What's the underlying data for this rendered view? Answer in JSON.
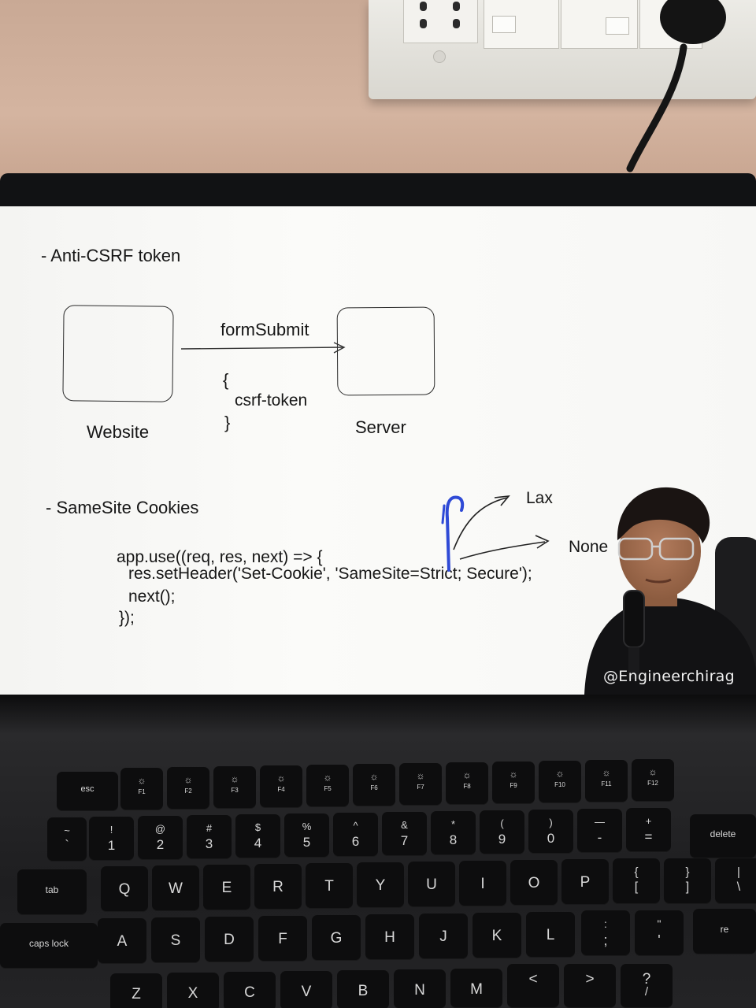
{
  "slide": {
    "heading_csrf": "- Anti-CSRF token",
    "label_website": "Website",
    "label_server": "Server",
    "arrow_label": "formSubmit",
    "payload_open": "{",
    "payload_token": "csrf-token",
    "payload_close": "}",
    "heading_samesite": "- SameSite Cookies",
    "code": [
      "app.use((req, res, next) => {",
      "res.setHeader('Set-Cookie', 'SameSite=Strict; Secure');",
      "next();",
      "});"
    ],
    "annotation_lax": "Lax",
    "annotation_none": "None",
    "ink_color": "#2f4ad6"
  },
  "presenter": {
    "handle": "@Engineerchirag"
  },
  "keyboard": {
    "fn_row": [
      "esc",
      "F1",
      "F2",
      "F3",
      "F4",
      "F5",
      "F6",
      "F7",
      "F8",
      "F9",
      "F10",
      "F11",
      "F12"
    ],
    "number_row": [
      {
        "top": "~",
        "main": "`"
      },
      {
        "top": "!",
        "main": "1"
      },
      {
        "top": "@",
        "main": "2"
      },
      {
        "top": "#",
        "main": "3"
      },
      {
        "top": "$",
        "main": "4"
      },
      {
        "top": "%",
        "main": "5"
      },
      {
        "top": "^",
        "main": "6"
      },
      {
        "top": "&",
        "main": "7"
      },
      {
        "top": "*",
        "main": "8"
      },
      {
        "top": "(",
        "main": "9"
      },
      {
        "top": ")",
        "main": "0"
      },
      {
        "top": "—",
        "main": "-"
      },
      {
        "top": "+",
        "main": "="
      },
      {
        "top": "",
        "main": "delete"
      }
    ],
    "tab": "tab",
    "qwerty_row": [
      "Q",
      "W",
      "E",
      "R",
      "T",
      "Y",
      "U",
      "I",
      "O",
      "P"
    ],
    "bracket_keys": [
      {
        "top": "{",
        "main": "["
      },
      {
        "top": "}",
        "main": "]"
      },
      {
        "top": "|",
        "main": "\\"
      }
    ],
    "caps_lock": "caps lock",
    "home_row": [
      "A",
      "S",
      "D",
      "F",
      "G",
      "H",
      "J",
      "K",
      "L"
    ],
    "home_punct": [
      {
        "top": ":",
        "main": ";"
      },
      {
        "top": "\"",
        "main": "'"
      }
    ],
    "return_partial": "re",
    "bottom_row": [
      "Z",
      "X",
      "C",
      "V",
      "B",
      "N",
      "M"
    ],
    "bottom_punct": [
      {
        "top": "<",
        "main": ""
      },
      {
        "top": ">",
        "main": ""
      },
      {
        "top": "?",
        "main": "/"
      }
    ]
  }
}
